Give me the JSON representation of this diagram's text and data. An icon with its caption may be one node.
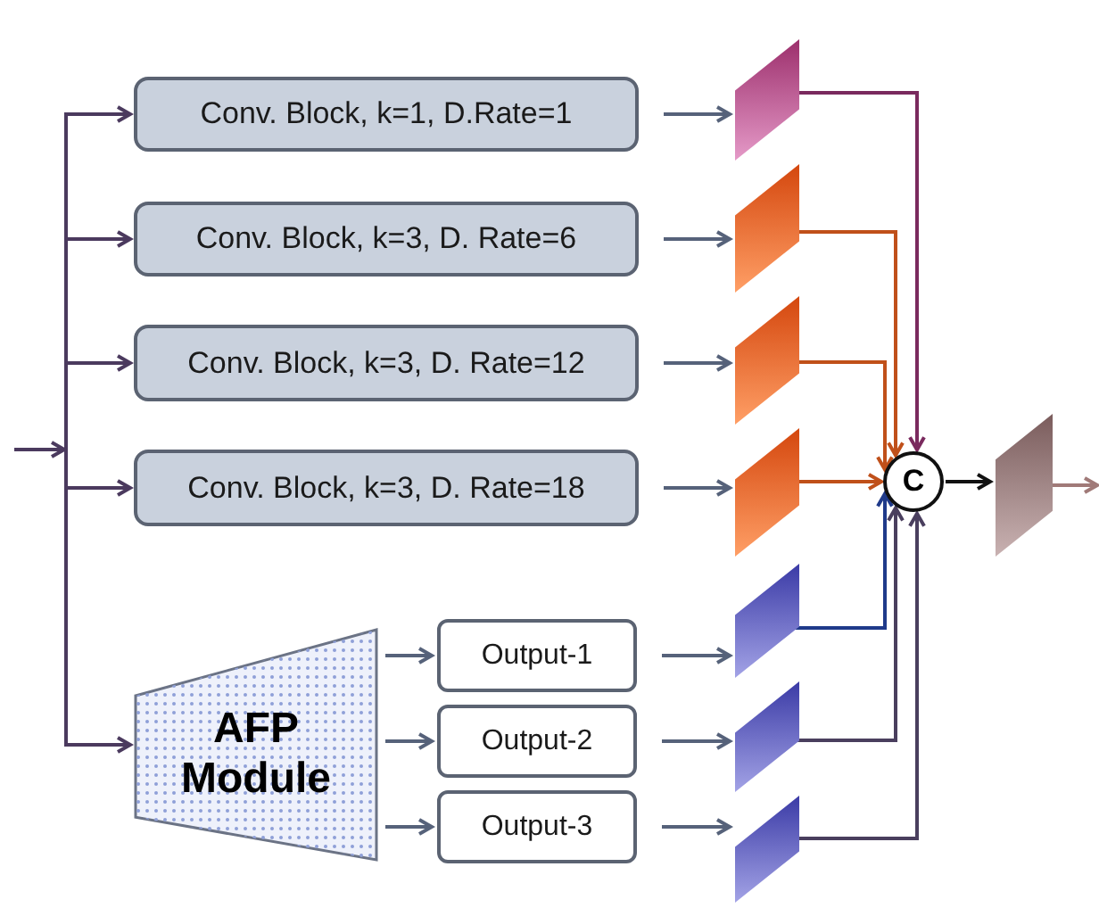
{
  "diagram": {
    "nodes": [
      {
        "text": [
          "Conv. Block, k=1, D.Rate=1"
        ]
      },
      {
        "text": [
          "Conv. Block, k=3, D. Rate=6"
        ]
      },
      {
        "text": [
          "Conv. Block, k=3, D. Rate=12"
        ]
      },
      {
        "text": [
          "Conv. Block, k=3, D. Rate=18"
        ]
      },
      {
        "text": [
          "AFP Module"
        ]
      },
      {
        "text": [
          "Output-1"
        ]
      },
      {
        "text": [
          "Output-2"
        ]
      },
      {
        "text": [
          "Output-3"
        ]
      },
      {
        "text": [],
        "shape": "parallelogram"
      },
      {
        "text": [],
        "shape": "parallelogram"
      },
      {
        "text": [],
        "shape": "parallelogram"
      },
      {
        "text": [],
        "shape": "parallelogram"
      },
      {
        "text": [],
        "shape": "parallelogram"
      },
      {
        "text": [],
        "shape": "parallelogram"
      },
      {
        "text": [],
        "shape": "parallelogram"
      },
      {
        "text": [
          "C"
        ]
      },
      {
        "text": [],
        "shape": "parallelogram"
      }
    ],
    "edges": [
      {
        "from": null,
        "to": 0,
        "arrow": "to",
        "color": "#4b3a5e"
      },
      {
        "from": null,
        "to": 1,
        "arrow": "to",
        "color": "#4b3a5e"
      },
      {
        "from": null,
        "to": 2,
        "arrow": "to",
        "color": "#4b3a5e"
      },
      {
        "from": null,
        "to": 3,
        "arrow": "to",
        "color": "#4b3a5e"
      },
      {
        "from": null,
        "to": 4,
        "arrow": "to",
        "color": "#4b3a5e"
      },
      {
        "from": 0,
        "to": 8,
        "arrow": "to"
      },
      {
        "from": 1,
        "to": 9,
        "arrow": "to"
      },
      {
        "from": 2,
        "to": 10,
        "arrow": "to"
      },
      {
        "from": 3,
        "to": 11,
        "arrow": "to"
      },
      {
        "from": 4,
        "to": 5,
        "arrow": "to"
      },
      {
        "from": 4,
        "to": 6,
        "arrow": "to"
      },
      {
        "from": 4,
        "to": 7,
        "arrow": "to"
      },
      {
        "from": 5,
        "to": 12,
        "arrow": "to"
      },
      {
        "from": 6,
        "to": 13,
        "arrow": "to"
      },
      {
        "from": 7,
        "to": 14,
        "arrow": "to"
      },
      {
        "from": 8,
        "to": 15,
        "arrow": "to",
        "color": "#7a2a5e"
      },
      {
        "from": 9,
        "to": 15,
        "arrow": "to",
        "color": "#c0501a"
      },
      {
        "from": 10,
        "to": 15,
        "arrow": "to",
        "color": "#c0501a"
      },
      {
        "from": 11,
        "to": 15,
        "arrow": "to",
        "color": "#c0501a"
      },
      {
        "from": 12,
        "to": 15,
        "arrow": "to",
        "color": "#1f3a8a"
      },
      {
        "from": 13,
        "to": 15,
        "arrow": "to",
        "color": "#4a3f5e"
      },
      {
        "from": 14,
        "to": 15,
        "arrow": "to",
        "color": "#4a3f5e"
      },
      {
        "from": 15,
        "to": 16,
        "arrow": "to",
        "color": "#111111"
      },
      {
        "from": 16,
        "to": null,
        "arrow": "to",
        "color": "#a07a78"
      }
    ]
  }
}
